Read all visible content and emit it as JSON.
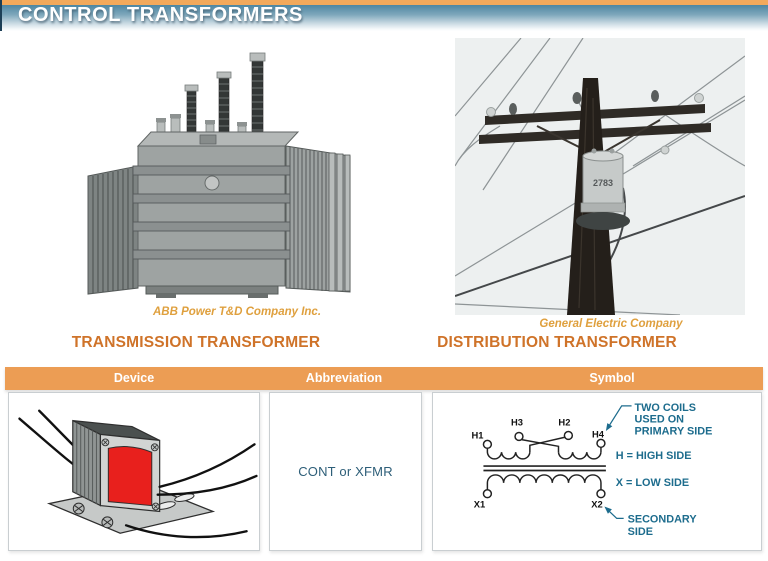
{
  "header": {
    "title": "CONTROL TRANSFORMERS"
  },
  "figures": {
    "left": {
      "credit": "ABB Power T&D Company Inc.",
      "title": "TRANSMISSION TRANSFORMER"
    },
    "right": {
      "credit": "General Electric Company",
      "title": "DISTRIBUTION TRANSFORMER",
      "pole_number": "2783"
    }
  },
  "table": {
    "columns": {
      "device": "Device",
      "abbreviation": "Abbreviation",
      "symbol": "Symbol"
    },
    "abbreviation_value": "CONT or XFMR",
    "symbol": {
      "terminals": {
        "h1": "H1",
        "h3": "H3",
        "h2": "H2",
        "h4": "H4",
        "x1": "X1",
        "x2": "X2"
      },
      "annotations": {
        "two_coils_line1": "TWO COILS",
        "two_coils_line2": "USED ON",
        "two_coils_line3": "PRIMARY SIDE",
        "high_side": "H = HIGH SIDE",
        "low_side": "X = LOW SIDE",
        "secondary_line1": "SECONDARY",
        "secondary_line2": "SIDE"
      }
    }
  },
  "colors": {
    "accent_orange": "#F2A95C",
    "table_header_orange": "#EC9D54",
    "header_gradient_top": "#4D86A2",
    "figure_title_orange": "#CF7329",
    "credit_orange": "#DFA03E",
    "annotation_teal": "#1D6C8D",
    "abbreviation_teal": "#2D5E78",
    "coil_red": "#E8201D"
  }
}
